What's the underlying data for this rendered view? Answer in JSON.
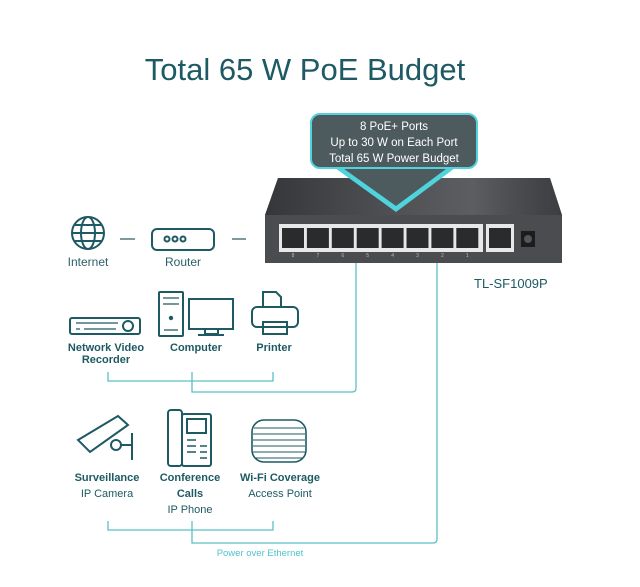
{
  "title": "Total 65 W PoE Budget",
  "callout": {
    "lines": [
      "8 PoE+ Ports",
      "Up to 30 W on Each Port",
      "Total 65 W Power Budget"
    ]
  },
  "switch": {
    "model": "TL-SF1009P",
    "port_numbers": [
      "8",
      "7",
      "6",
      "5",
      "4",
      "3",
      "2",
      "1"
    ]
  },
  "network": {
    "internet": "Internet",
    "router": "Router"
  },
  "devices_row1": [
    {
      "name": "Network Video Recorder",
      "lines": [
        "Network Video",
        "Recorder"
      ]
    },
    {
      "name": "Computer"
    },
    {
      "name": "Printer"
    }
  ],
  "devices_row2": [
    {
      "title": "Surveillance",
      "sub": "IP Camera"
    },
    {
      "title": "Conference",
      "title2": "Calls",
      "sub": "IP Phone"
    },
    {
      "title": "Wi-Fi Coverage",
      "sub": "Access Point"
    }
  ],
  "poe_label": "Power over Ethernet",
  "colors": {
    "title": "#1d5a63",
    "accent": "#4fd3dc",
    "line": "#5bbfc6"
  }
}
